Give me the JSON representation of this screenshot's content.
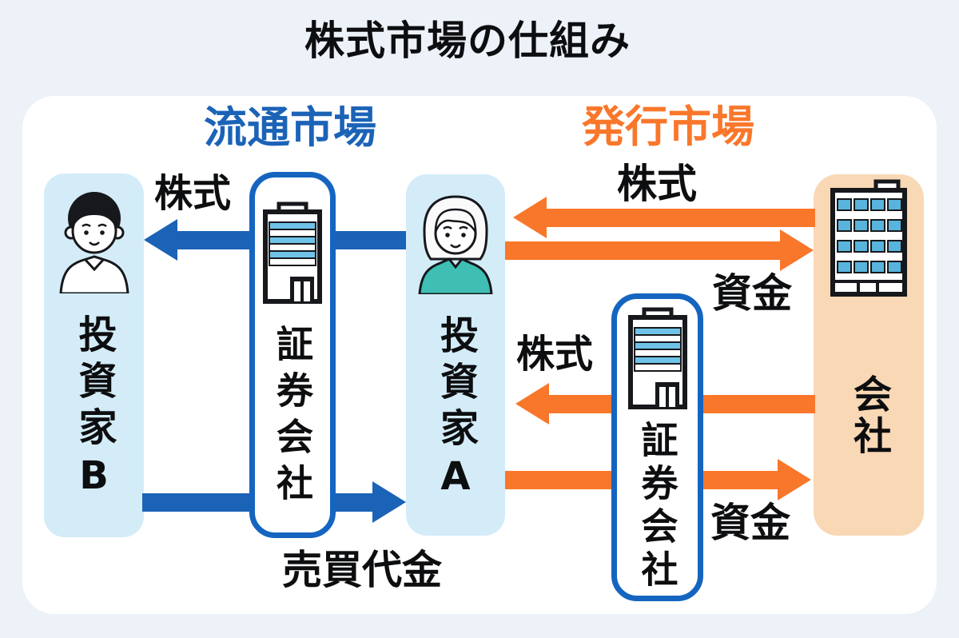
{
  "title": "株式市場の仕組み",
  "markets": {
    "secondary": {
      "label": "流通市場",
      "color": "#1b63b7"
    },
    "primary": {
      "label": "発行市場",
      "color": "#f9772b"
    }
  },
  "entities": {
    "investor_b": {
      "label": "投資家B",
      "icon": "male-investor-avatar"
    },
    "broker_secondary": {
      "label": "証券会社",
      "icon": "broker-building-icon"
    },
    "investor_a": {
      "label": "投資家A",
      "icon": "female-investor-avatar"
    },
    "broker_primary": {
      "label": "証券会社",
      "icon": "broker-building-icon"
    },
    "company": {
      "label": "会社",
      "icon": "company-building-icon"
    }
  },
  "flows": {
    "stock_to_investor_b": {
      "label": "株式",
      "direction": "left"
    },
    "trade_payment": {
      "label": "売買代金",
      "direction": "right"
    },
    "stock_to_investor_a": {
      "label": "株式",
      "direction": "left"
    },
    "funds_to_company": {
      "label": "資金",
      "direction": "right"
    },
    "stock_via_broker": {
      "label": "株式",
      "direction": "left"
    },
    "funds_via_broker": {
      "label": "資金",
      "direction": "right"
    }
  },
  "colors": {
    "background": "#edf1f8",
    "panel": "#ffffff",
    "blue": "#1b63b7",
    "broker_border": "#1565c0",
    "orange": "#f9772b",
    "investor_panel": "#d3ecf8",
    "company_panel": "#f8d8b5",
    "window_blue": "#6fc3e8",
    "shirt_teal": "#3fbfb4"
  }
}
